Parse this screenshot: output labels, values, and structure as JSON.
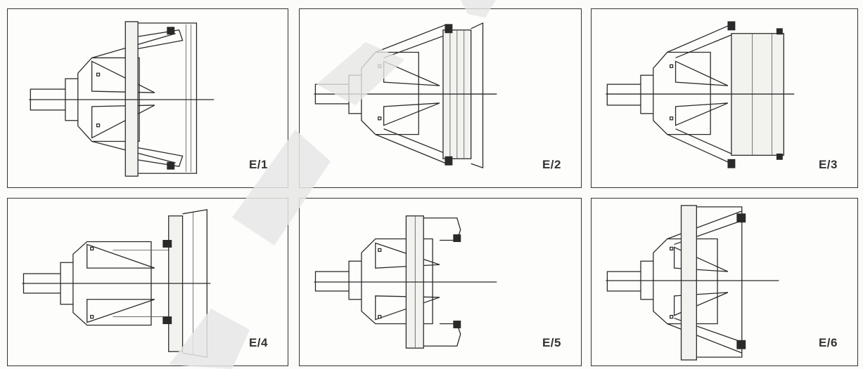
{
  "panels": [
    {
      "id": "e1",
      "label": "E/1"
    },
    {
      "id": "e2",
      "label": "E/2"
    },
    {
      "id": "e3",
      "label": "E/3"
    },
    {
      "id": "e4",
      "label": "E/4"
    },
    {
      "id": "e5",
      "label": "E/5"
    },
    {
      "id": "e6",
      "label": "E/6"
    }
  ],
  "colors": {
    "line": "#2a2a2a",
    "watermark": "#e6e6e6",
    "background": "#fbfbf9"
  }
}
